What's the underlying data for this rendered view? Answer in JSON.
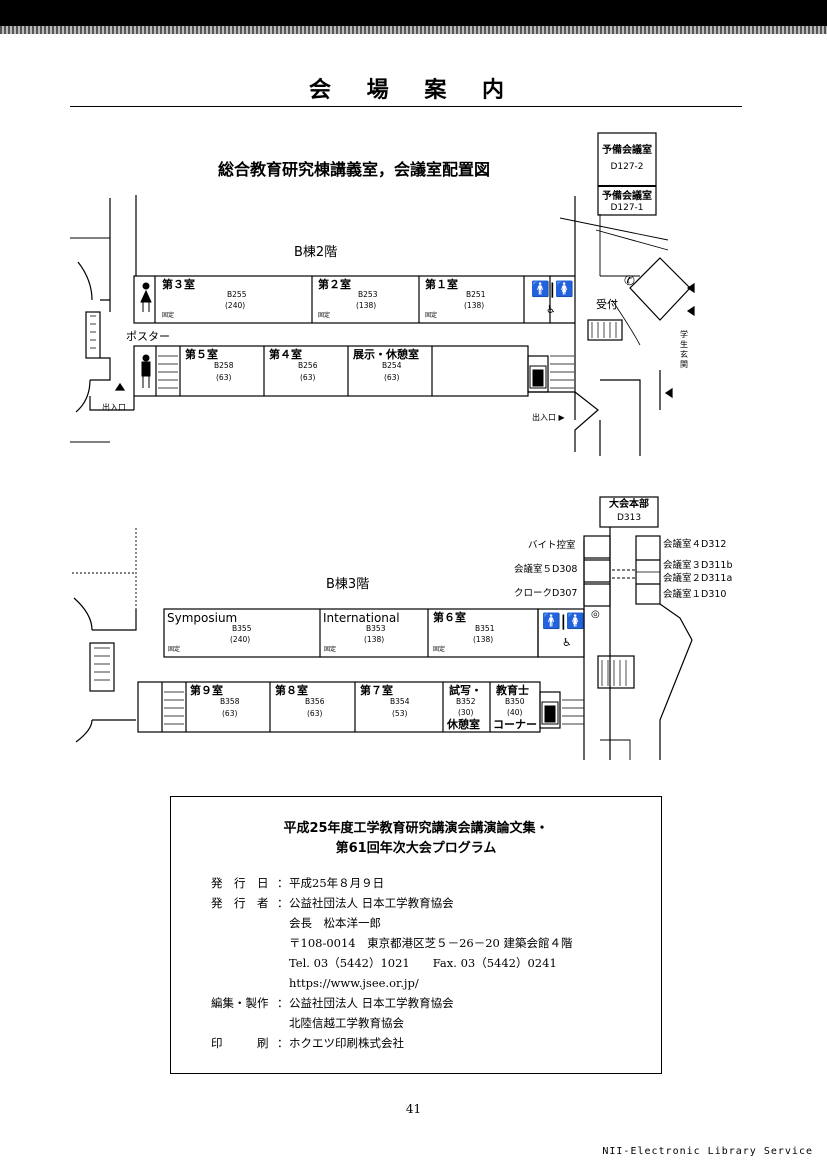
{
  "page": {
    "title": "会 場 案 内",
    "page_number": "41",
    "footer": "NII-Electronic Library Service"
  },
  "map": {
    "heading": "総合教育研究棟講義室，会議室配置図",
    "floor2": {
      "label": "B棟2階",
      "rooms": [
        {
          "name": "第３室",
          "code": "B255",
          "cap": "(240)",
          "fixed": "固定"
        },
        {
          "name": "第２室",
          "code": "B253",
          "cap": "(138)",
          "fixed": "固定"
        },
        {
          "name": "第１室",
          "code": "B251",
          "cap": "(138)",
          "fixed": "固定"
        },
        {
          "name": "第５室",
          "code": "B258",
          "cap": "(63)"
        },
        {
          "name": "第４室",
          "code": "B256",
          "cap": "(63)"
        },
        {
          "name": "展示・休憩室",
          "code": "B254",
          "cap": "(63)"
        }
      ],
      "poster": "ポスター",
      "entrance_left": "出入口",
      "entrance_right": "出入口 ▶",
      "reception": "受付",
      "student_gate": "学生玄関",
      "reserve1_name": "予備会議室",
      "reserve1_code": "D127-2",
      "reserve2_name": "予備会議室",
      "reserve2_code": "D127-1"
    },
    "floor3": {
      "label": "B棟3階",
      "rooms": [
        {
          "name": "Symposium",
          "code": "B355",
          "cap": "(240)",
          "fixed": "固定"
        },
        {
          "name": "International",
          "code": "B353",
          "cap": "(138)",
          "fixed": "固定"
        },
        {
          "name": "第６室",
          "code": "B351",
          "cap": "(138)",
          "fixed": "固定"
        },
        {
          "name": "第９室",
          "code": "B358",
          "cap": "(63)"
        },
        {
          "name": "第８室",
          "code": "B356",
          "cap": "(63)"
        },
        {
          "name": "第７室",
          "code": "B354",
          "cap": "(53)"
        }
      ],
      "shisha_1": "試写・",
      "shisha_code": "B352",
      "shisha_cap": "(30)",
      "shisha_2": "休憩室",
      "kyoikushi_1": "教育士",
      "kyoikushi_code": "B350",
      "kyoikushi_cap": "(40)",
      "kyoikushi_2": "コーナー",
      "hq_name": "大会本部",
      "hq_code": "D313",
      "left_labels": [
        "バイト控室",
        "会議室５D308",
        "クロークD307"
      ],
      "right_labels": [
        "会議室４D312",
        "会議室３D311b",
        "会議室２D311a",
        "会議室１D310"
      ]
    }
  },
  "colophon": {
    "title_line1": "平成25年度工学教育研究講演会講演論文集・",
    "title_line2": "第61回年次大会プログラム",
    "rows": [
      {
        "label": "発　行　日",
        "lines": [
          "平成25年８月９日"
        ]
      },
      {
        "label": "発　行　者",
        "lines": [
          "公益社団法人 日本工学教育協会",
          "会長　松本洋一郎",
          "〒108-0014　東京都港区芝５－26－20 建築会館４階",
          "Tel. 03（5442）1021　　Fax. 03（5442）0241",
          "https://www.jsee.or.jp/"
        ]
      },
      {
        "label": "編集・製作",
        "lines": [
          "公益社団法人 日本工学教育協会",
          "北陸信越工学教育協会"
        ]
      },
      {
        "label": "印　　　刷",
        "lines": [
          "ホクエツ印刷株式会社"
        ]
      }
    ]
  }
}
